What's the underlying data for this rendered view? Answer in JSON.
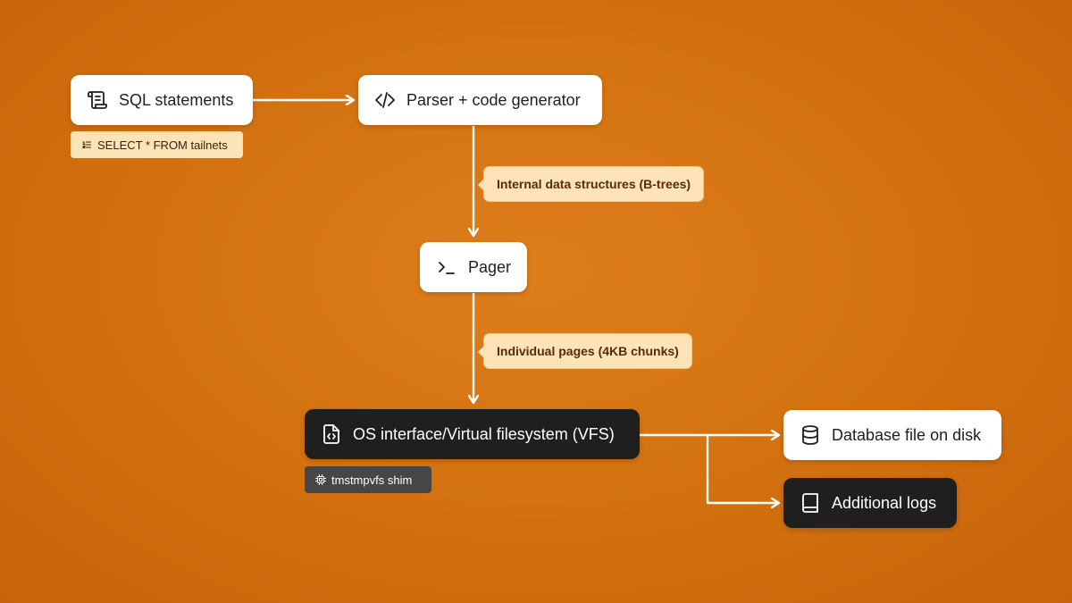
{
  "nodes": {
    "sql": {
      "label": "SQL statements",
      "icon": "scroll-icon"
    },
    "parser": {
      "label": "Parser + code generator",
      "icon": "code-icon"
    },
    "pager": {
      "label": "Pager",
      "icon": "terminal-icon"
    },
    "vfs": {
      "label": "OS interface/Virtual filesystem (VFS)",
      "icon": "file-code-icon"
    },
    "dbfile": {
      "label": "Database file on disk",
      "icon": "database-icon"
    },
    "logs": {
      "label": "Additional logs",
      "icon": "book-icon"
    }
  },
  "tags": {
    "sql_example": {
      "label": "SELECT * FROM tailnets",
      "icon": "list-ordered-icon"
    },
    "shim": {
      "label": "tmstmpvfs shim",
      "icon": "chip-icon"
    }
  },
  "edge_labels": {
    "parser_to_pager": "Internal data structures (B-trees)",
    "pager_to_vfs": "Individual pages (4KB chunks)"
  },
  "colors": {
    "background": "#d47410",
    "light_node": "#ffffff",
    "dark_node": "#1f1f1f",
    "label_fill": "#fde4b8",
    "shim_tag": "#474545",
    "arrow": "#ffffff"
  }
}
